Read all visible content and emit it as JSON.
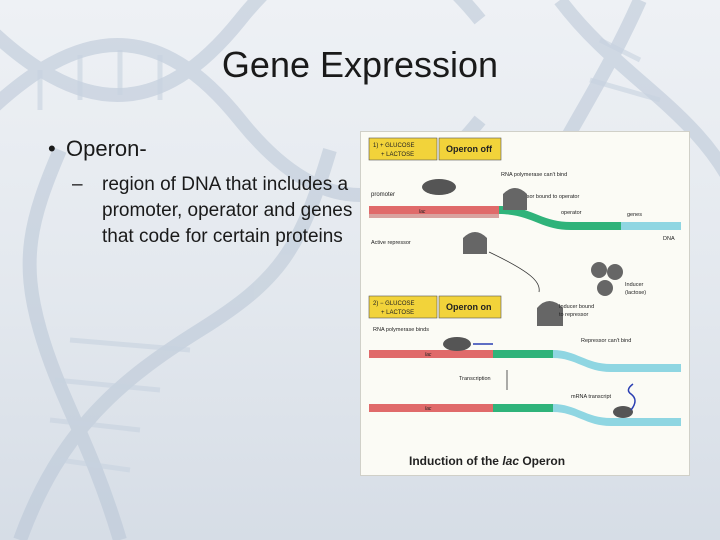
{
  "slide": {
    "title": "Gene Expression",
    "bullet": "Operon-",
    "sub_dash": "–",
    "sub_text": "region of DNA that includes a promoter, operator and genes that code for certain proteins"
  },
  "figure": {
    "panel1_condition": "1) + GLUCOSE\n+ LACTOSE",
    "panel1_state": "Operon off",
    "rna_pol_cant_bind": "RNA polymerase can't bind",
    "promoter": "promoter",
    "repressor_bound": "Repressor bound to operator",
    "operator": "operator",
    "genes": "genes",
    "lac": "lac",
    "active_repressor": "Active repressor",
    "dna": "DNA",
    "inducer": "Inducer\n(lactose)",
    "inducer_bound": "Inducer bound\nto repressor",
    "panel2_condition": "2) − GLUCOSE\n+ LACTOSE",
    "panel2_state": "Operon on",
    "rna_pol_binds": "RNA polymerase binds",
    "repressor_cant_bind": "Repressor can't bind",
    "transcription": "Transcription",
    "mrna_transcript": "mRNA transcript",
    "caption_pre": "Induction of the ",
    "caption_italic": "lac",
    "caption_post": " Operon",
    "colors": {
      "promoter": "#e06a6a",
      "operator": "#2fb37a",
      "genes": "#8fd6e2",
      "label_box": "#f2d33a"
    }
  }
}
